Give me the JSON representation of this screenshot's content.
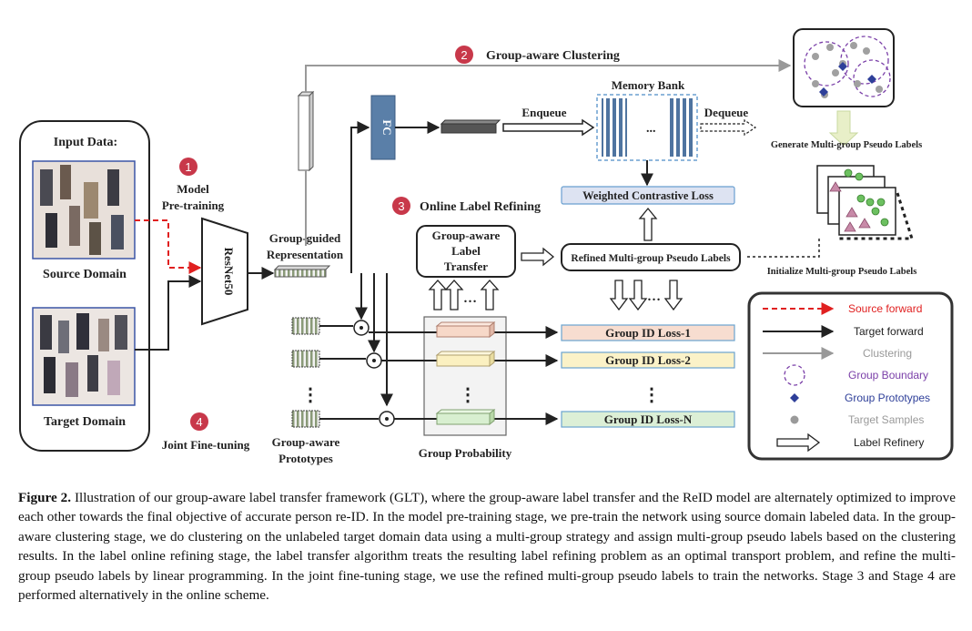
{
  "diagram": {
    "input_panel": {
      "title": "Input Data:",
      "source_label": "Source Domain",
      "target_label": "Target Domain"
    },
    "stages": [
      {
        "number": "1",
        "label_line1": "Model",
        "label_line2": "Pre-training"
      },
      {
        "number": "2",
        "label": "Group-aware Clustering"
      },
      {
        "number": "3",
        "label": "Online Label Refining"
      },
      {
        "number": "4",
        "label": "Joint Fine-tuning"
      }
    ],
    "backbone_label": "ResNet50",
    "fc_label": "FC",
    "representation_label_line1": "Group-guided",
    "representation_label_line2": "Representation",
    "memory_bank_label": "Memory Bank",
    "memory_bank_ellipsis": "...",
    "enqueue_label": "Enqueue",
    "dequeue_label": "Dequeue",
    "generate_label": "Generate Multi-group Pseudo Labels",
    "initialize_label": "Initialize Multi-group Pseudo Labels",
    "weighted_loss_label": "Weighted Contrastive Loss",
    "refined_labels_label": "Refined Multi-group Pseudo Labels",
    "label_transfer_line1": "Group-aware",
    "label_transfer_line2": "Label",
    "label_transfer_line3": "Transfer",
    "prototypes_label_line1": "Group-aware",
    "prototypes_label_line2": "Prototypes",
    "group_probability_label": "Group Probability",
    "vertical_ellipsis": "⋮",
    "horizontal_ellipsis": "…",
    "losses": [
      "Group ID Loss-1",
      "Group ID Loss-2",
      "Group ID Loss-N"
    ],
    "legend": [
      {
        "label": "Source forward",
        "color": "#e02020",
        "style": "dashed-arrow"
      },
      {
        "label": "Target forward",
        "color": "#222222",
        "style": "solid-arrow"
      },
      {
        "label": "Clustering",
        "color": "#999999",
        "style": "gray-arrow"
      },
      {
        "label": "Group Boundary",
        "color": "#7a3fa8",
        "style": "dashed-circle"
      },
      {
        "label": "Group Prototypes",
        "color": "#2e3f99",
        "style": "diamond"
      },
      {
        "label": "Target Samples",
        "color": "#9a9a9a",
        "style": "dot"
      },
      {
        "label": "Label Refinery",
        "color": "#222222",
        "style": "hollow-arrow"
      }
    ],
    "colors": {
      "stage_badge": "#c8384a",
      "loss1_fill": "#f7ddd0",
      "loss2_fill": "#fbf2c8",
      "lossN_fill": "#dcefd6",
      "loss_border": "#6aa3cf",
      "weighted_fill": "#dde3f2",
      "memory_fill": "#5a7fa8"
    }
  },
  "caption": {
    "figure_label": "Figure 2.",
    "text": "Illustration of our group-aware label transfer framework (GLT), where the group-aware label transfer and the ReID model are alternately optimized to improve each other towards the final objective of accurate person re-ID. In the model pre-training stage, we pre-train the network using source domain labeled data. In the group-aware clustering stage, we do clustering on the unlabeled target domain data using a multi-group strategy and assign multi-group pseudo labels based on the clustering results. In the label online refining stage, the label transfer algorithm treats the resulting label refining problem as an optimal transport problem, and refine the multi-group pseudo labels by linear programming. In the joint fine-tuning stage, we use the refined multi-group pseudo labels to train the networks. Stage 3 and Stage 4 are performed alternatively in the online scheme."
  }
}
